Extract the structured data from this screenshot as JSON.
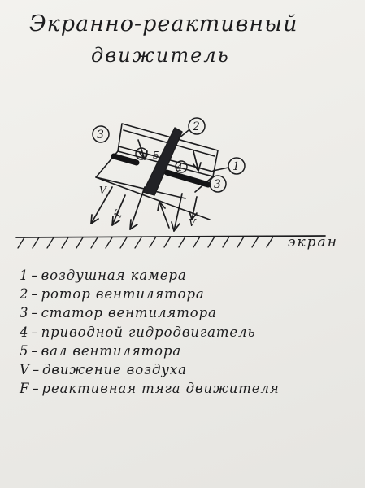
{
  "title": "Экранно-реактивный",
  "subtitle": "движитель",
  "screen_label": "экран",
  "callouts": [
    "1",
    "2",
    "3",
    "3"
  ],
  "inner_marks": [
    "5",
    "4",
    "F",
    "V",
    "V"
  ],
  "legend": [
    {
      "key": "1",
      "text": "воздушная камера"
    },
    {
      "key": "2",
      "text": "ротор вентилятора"
    },
    {
      "key": "3",
      "text": "статор вентилятора"
    },
    {
      "key": "4",
      "text": "приводной гидродвигатель"
    },
    {
      "key": "5",
      "text": "вал вентилятора"
    },
    {
      "key": "V",
      "text": "движение воздуха"
    },
    {
      "key": "F",
      "text": "реактивная тяга движителя"
    }
  ]
}
